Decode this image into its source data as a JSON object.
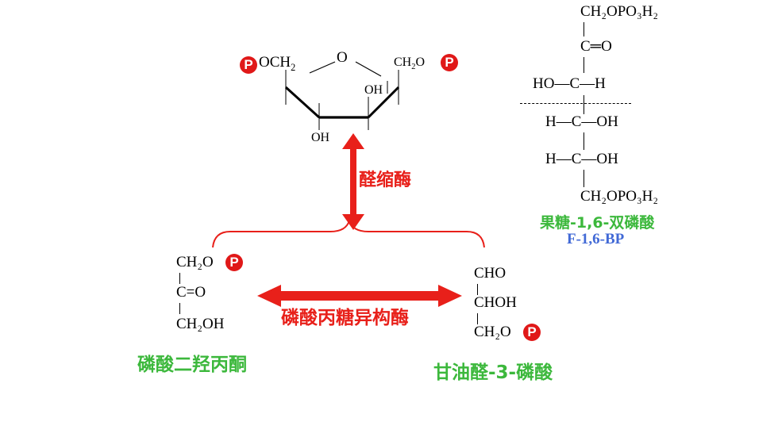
{
  "ring": {
    "left_group": "OCH",
    "left_sub": "2",
    "ring_o": "O",
    "right_group": "CH",
    "right_sub": "2",
    "right_o": "O",
    "oh_right": "OH",
    "oh_bottom": "OH",
    "p_symbol": "P"
  },
  "enzymes": {
    "aldolase": "醛缩酶",
    "isomerase": "磷酸丙糖异构酶"
  },
  "fbp": {
    "row1": "CH₂OPO₃H₂",
    "row2": "C═O",
    "row3": "HO—C—H",
    "row4": "H—C—OH",
    "row5": "H—C—OH",
    "row6": "CH₂OPO₃H₂",
    "name_cn": "果糖-1,6-双磷酸",
    "name_abbr": "F-1,6-BP"
  },
  "dhap": {
    "row1": "CH₂O",
    "row2": "C=O",
    "row3": "CH₂OH",
    "p_symbol": "P",
    "name": "磷酸二羟丙酮"
  },
  "g3p": {
    "row1": "CHO",
    "row2": "CHOH",
    "row3": "CH₂O",
    "p_symbol": "P",
    "name": "甘油醛-3-磷酸"
  },
  "colors": {
    "arrow_red": "#e8201a",
    "label_green": "#3cb83c",
    "label_blue": "#4169d6",
    "phosphate_red": "#e01818"
  }
}
